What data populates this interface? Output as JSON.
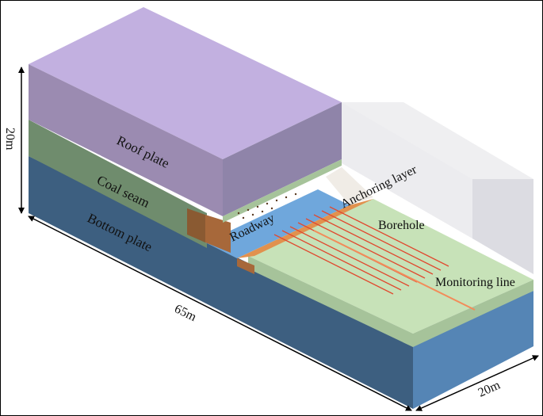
{
  "labels": {
    "roof": "Roof plate",
    "coal": "Coal seam",
    "bottom": "Bottom plate",
    "roadway": "Roadway",
    "anchoring": "Anchoring layer",
    "borehole": "Borehole",
    "monitoring": "Monitoring line"
  },
  "dimensions": {
    "height": "20m",
    "length": "65m",
    "width": "20m"
  },
  "colors": {
    "roof_front": "#9b8bb1",
    "roof_top": "#c2b0e0",
    "roof_side": "#8f84a9",
    "coal_front": "#6f8c6d",
    "coal_band": "#a6c39a",
    "bottom_front": "#3d5f80",
    "bottom_side": "#5585b5",
    "roadway": "#6fa7dc",
    "anchoring": "#e1914e",
    "anchoring_dark": "#a7683a",
    "floor_top": "#c7e2b8",
    "borehole_line": "#e04a30",
    "monitoring_line": "#f28c5a"
  }
}
